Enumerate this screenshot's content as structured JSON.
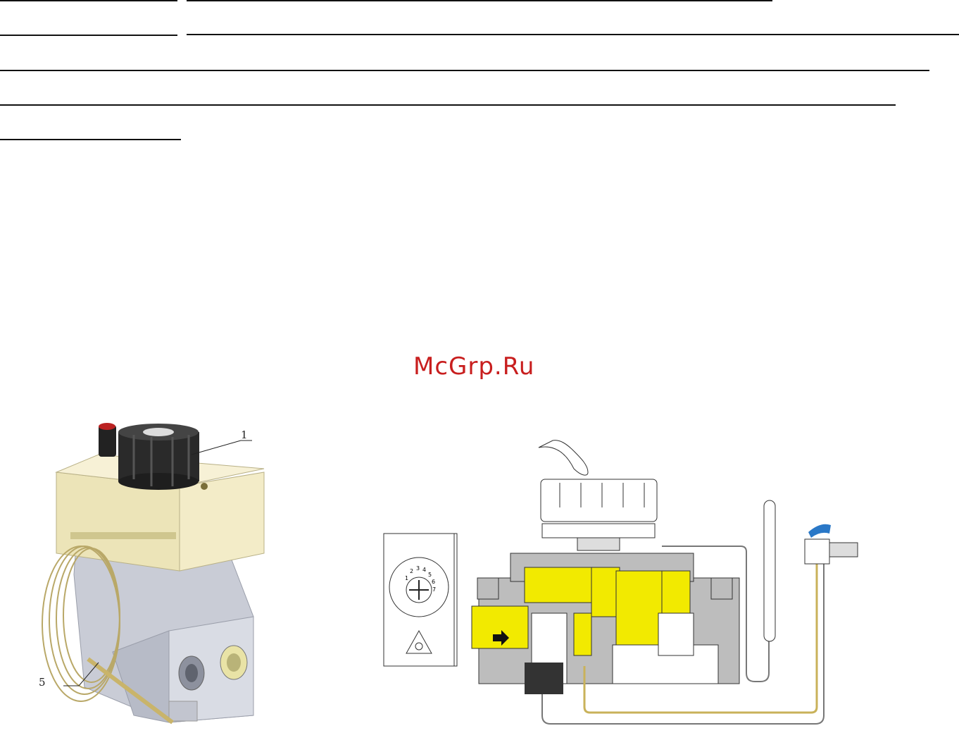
{
  "watermark": {
    "text": "McGrp.Ru"
  },
  "figure_left": {
    "callouts": [
      "1",
      "5"
    ]
  },
  "figure_right": {
    "dial_numbers": [
      "1",
      "2",
      "3",
      "4",
      "5",
      "6",
      "7"
    ]
  },
  "colors": {
    "rule": "#111111",
    "watermark": "#c81e1e",
    "gas_yellow": "#f2ea00",
    "housing_beige": "#ece4b8",
    "body_grey": "#c9ccd6"
  }
}
